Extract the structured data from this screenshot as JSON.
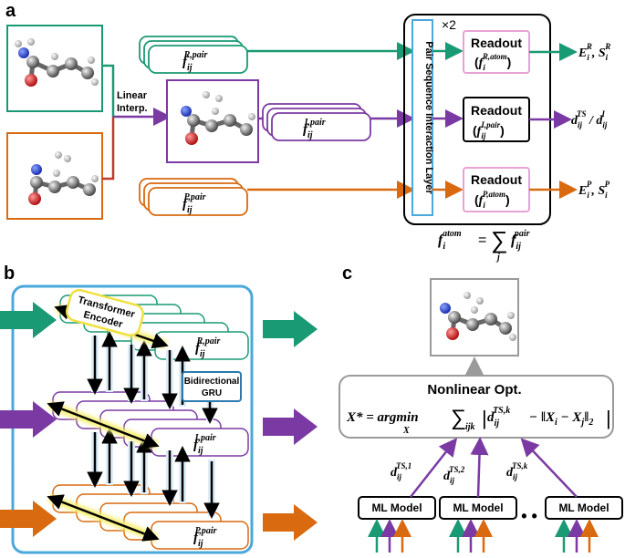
{
  "panels": {
    "a": {
      "label": "a"
    },
    "b": {
      "label": "b"
    },
    "c": {
      "label": "c"
    }
  },
  "colors": {
    "reactant": "#1a9a74",
    "ts": "#7b3aa3",
    "product": "#d96a10",
    "gnn_box": "#4aa8dc",
    "readout_border": "#e7a3d3",
    "gru_border": "#2b7bb0",
    "transformer_glow": "#f7f079"
  },
  "panel_a": {
    "linear_interp_label": [
      "Linear",
      "Interp."
    ],
    "feature_stacks": {
      "reactant": {
        "base": "f",
        "sub": "ij",
        "sup": "R,pair"
      },
      "ts": {
        "base": "f",
        "sub": "ij",
        "sup": "I,pair"
      },
      "product": {
        "base": "f",
        "sub": "ij",
        "sup": "P,pair"
      }
    },
    "repeat_label": "×2",
    "interaction_layer_label": "Pair Sequence Interaction Layer",
    "readouts": [
      {
        "title": "Readout",
        "base": "f",
        "sub": "i",
        "sup": "R,atom"
      },
      {
        "title": "Readout",
        "base": "f",
        "sub": "ij",
        "sup": "I,pair"
      },
      {
        "title": "Readout",
        "base": "f",
        "sub": "i",
        "sup": "P,atom"
      }
    ],
    "outputs": [
      {
        "parts": [
          [
            "E",
            "",
            "i",
            "R"
          ],
          [
            ", ",
            "",
            ""
          ],
          [
            "S",
            "",
            "i",
            "R"
          ]
        ]
      },
      {
        "parts": [
          [
            "d",
            "",
            "ij",
            "TS"
          ],
          [
            " / ",
            "",
            ""
          ],
          [
            "d",
            "",
            "ij",
            "I"
          ]
        ]
      },
      {
        "parts": [
          [
            "E",
            "",
            "i",
            "P"
          ],
          [
            ", ",
            "",
            ""
          ],
          [
            "S",
            "",
            "i",
            "P"
          ]
        ]
      }
    ],
    "sum_equation": {
      "lhs_base": "f",
      "lhs_sub": "i",
      "lhs_sup": "atom",
      "sum_index": "j",
      "rhs_base": "f",
      "rhs_sub": "ij",
      "rhs_sup": "pair"
    }
  },
  "panel_b": {
    "transformer_label": [
      "Transformer",
      "Encoder"
    ],
    "gru_label": [
      "Bidirectional",
      "GRU"
    ],
    "features": [
      {
        "base": "f",
        "sub": "ij",
        "sup": "R,pair"
      },
      {
        "base": "f",
        "sub": "ij",
        "sup": "I,pair"
      },
      {
        "base": "f",
        "sub": "ij",
        "sup": "P,pair"
      }
    ]
  },
  "panel_c": {
    "opt_title": "Nonlinear Opt.",
    "opt_equation": {
      "lhs": "X* = argmin",
      "under": "X",
      "sum_sub": "ijk",
      "d_sup": "TS,k",
      "d_sub": "ij"
    },
    "distance_labels": [
      {
        "base": "d",
        "sub": "ij",
        "sup": "TS,1"
      },
      {
        "base": "d",
        "sub": "ij",
        "sup": "TS,2"
      },
      {
        "base": "d",
        "sub": "ij",
        "sup": "TS,k"
      }
    ],
    "model_labels": [
      "ML Model",
      "ML Model",
      "ML Model"
    ],
    "ellipsis": "• •"
  }
}
